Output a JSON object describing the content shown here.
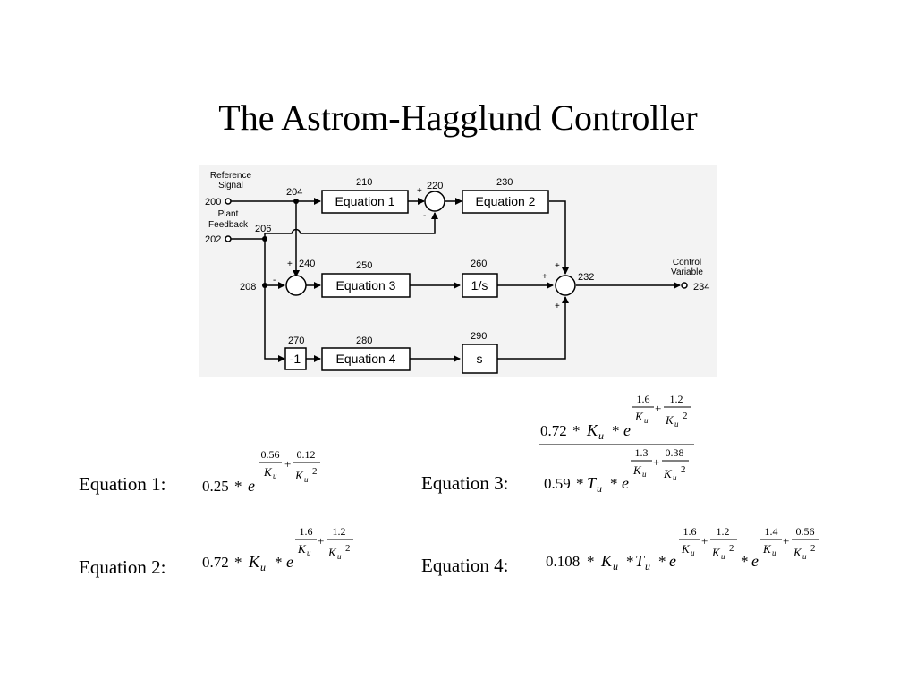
{
  "title": "The Astrom-Hagglund Controller",
  "diagram": {
    "reference_signal": [
      "Reference",
      "Signal"
    ],
    "plant_feedback": [
      "Plant",
      "Feedback"
    ],
    "control_variable": [
      "Control",
      "Variable"
    ],
    "node_numbers": {
      "n200": "200",
      "n202": "202",
      "n204": "204",
      "n206": "206",
      "n208": "208",
      "n210": "210",
      "n220": "220",
      "n230": "230",
      "n232": "232",
      "n234": "234",
      "n240": "240",
      "n250": "250",
      "n260": "260",
      "n270": "270",
      "n280": "280",
      "n290": "290"
    },
    "blocks": {
      "eq1": "Equation 1",
      "eq2": "Equation 2",
      "eq3": "Equation 3",
      "eq4": "Equation 4",
      "integrator": "1/s",
      "derivative": "s",
      "negate": "-1"
    },
    "signs": {
      "plus": "+",
      "minus": "-"
    }
  },
  "equations": {
    "eq1": {
      "label": "Equation 1:",
      "coef": "0.25",
      "star": "*",
      "e": "e",
      "exp_num1": "0.56",
      "exp_num2": "0.12",
      "K": "K",
      "u": "u",
      "sq": "2",
      "plus": "+"
    },
    "eq2": {
      "label": "Equation 2:",
      "coef": "0.72",
      "exp_num1": "1.6",
      "exp_num2": "1.2"
    },
    "eq3": {
      "label": "Equation 3:",
      "num_coef": "0.72",
      "num_exp1": "1.6",
      "num_exp2": "1.2",
      "den_coef": "0.59",
      "T": "T",
      "den_exp1": "1.3",
      "den_exp2": "0.38"
    },
    "eq4": {
      "label": "Equation 4:",
      "coef": "0.108",
      "exp1_num1": "1.6",
      "exp1_num2": "1.2",
      "exp2_num1": "1.4",
      "exp2_num2": "0.56"
    }
  }
}
